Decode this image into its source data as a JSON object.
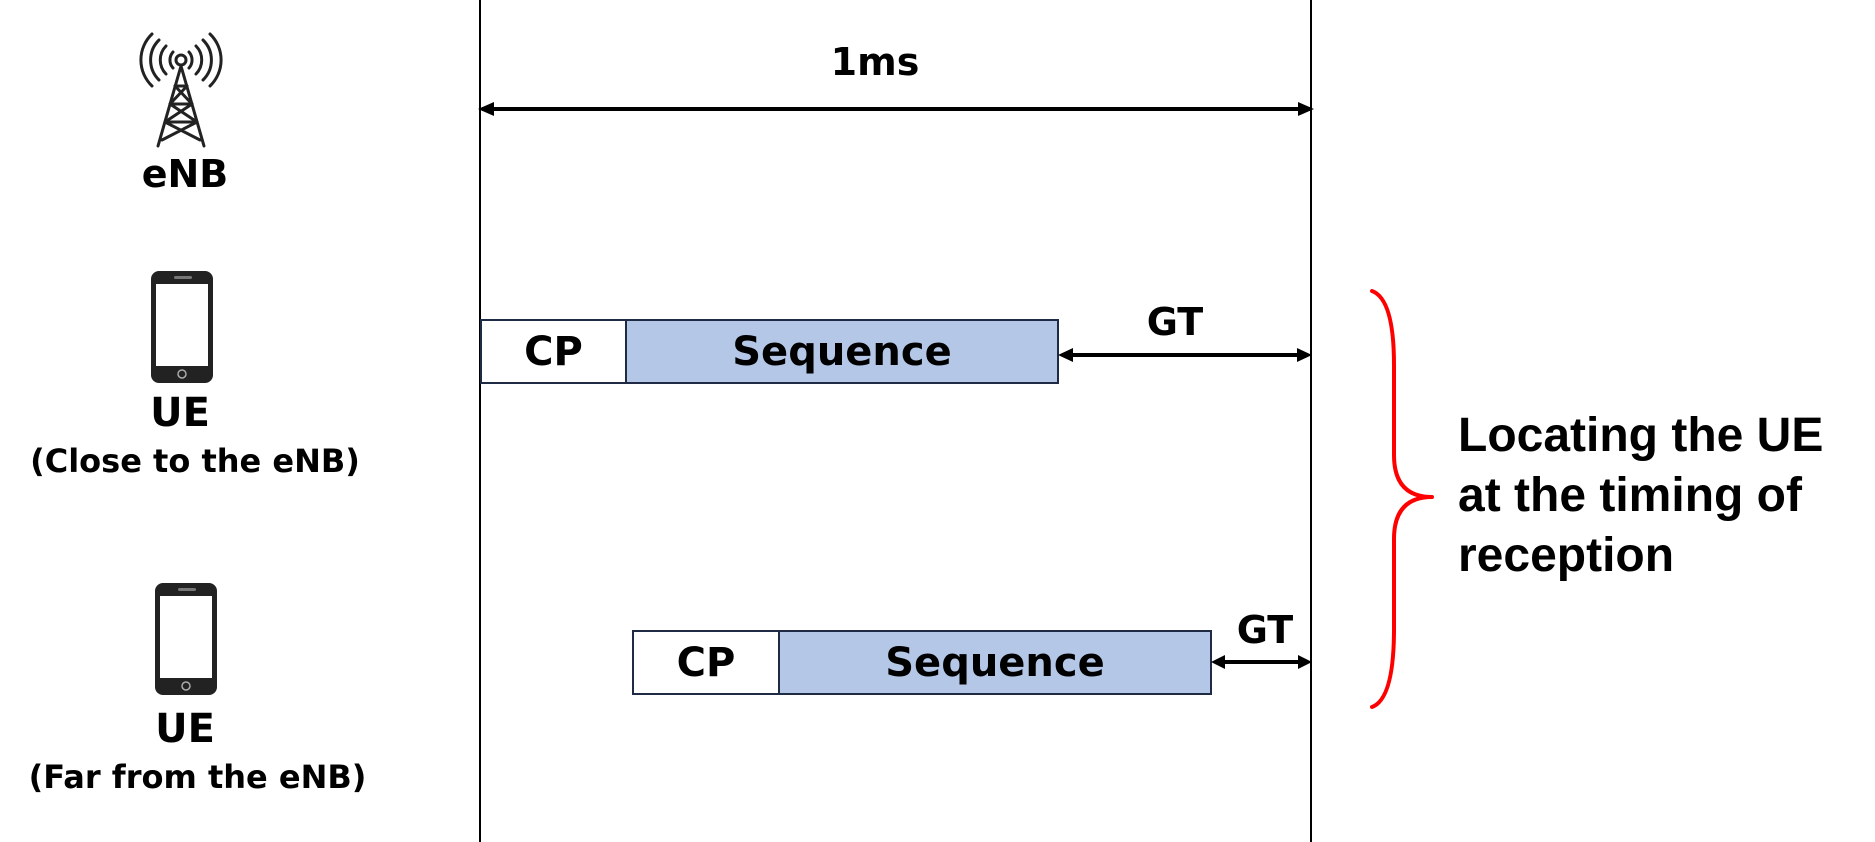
{
  "duration_label": "1ms",
  "nodes": {
    "enb": {
      "label": "eNB",
      "icon": "cell-tower-icon"
    },
    "ue_close": {
      "label": "UE",
      "sublabel": "(Close to the eNB)",
      "icon": "smartphone-icon"
    },
    "ue_far": {
      "label": "UE",
      "sublabel": "(Far from the eNB)",
      "icon": "smartphone-icon"
    }
  },
  "preambles": [
    {
      "cp": "CP",
      "sequence": "Sequence",
      "gt": "GT"
    },
    {
      "cp": "CP",
      "sequence": "Sequence",
      "gt": "GT"
    }
  ],
  "annotation": {
    "lines": [
      "Locating the UE",
      "at the timing of",
      "reception"
    ],
    "brace_color": "#ff0000"
  },
  "colors": {
    "sequence_fill": "#b4c7e7",
    "cp_fill": "#ffffff"
  }
}
